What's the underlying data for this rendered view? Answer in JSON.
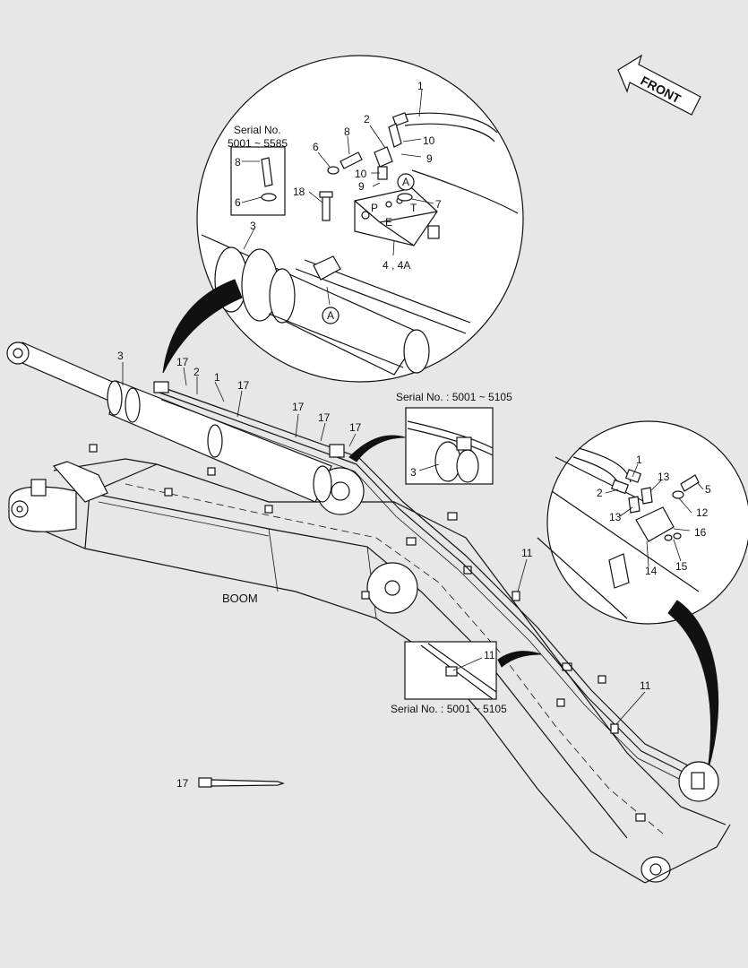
{
  "front_arrow": {
    "text": "FRONT"
  },
  "boom_label": "BOOM",
  "serial_labels": {
    "top_detail_line1": "Serial No.",
    "top_detail_line2": "5001 ~ 5585",
    "right_inset_top": "Serial No. : 5001 ~ 5105",
    "right_inset_bottom": "Serial No. : 5001 ~ 5105"
  },
  "callouts": {
    "c1_top": "1",
    "c2_top": "2",
    "c10_top": "10",
    "c9_top": "9",
    "c8_top": "8",
    "c6_top": "6",
    "c10_mid": "10",
    "c9_mid": "9",
    "c7": "7",
    "c18": "18",
    "c4_4a": "4 , 4A",
    "c3_top": "3",
    "c8_box": "8",
    "c6_box": "6",
    "ref_a_top": "A",
    "ref_a_bottom": "A",
    "c3_main": "3",
    "c17_a": "17",
    "c2_main": "2",
    "c1_main": "1",
    "c17_b": "17",
    "c17_c": "17",
    "c17_d": "17",
    "c17_e": "17",
    "c3_inset": "3",
    "c11_a": "11",
    "c11_b": "11",
    "c11_c": "11",
    "c1_right": "1",
    "c2_right": "2",
    "c13_a": "13",
    "c13_b": "13",
    "c5": "5",
    "c12": "12",
    "c16": "16",
    "c14": "14",
    "c15": "15",
    "c17_tie": "17"
  },
  "port_labels": {
    "p": "P",
    "t": "T",
    "e": "E"
  }
}
